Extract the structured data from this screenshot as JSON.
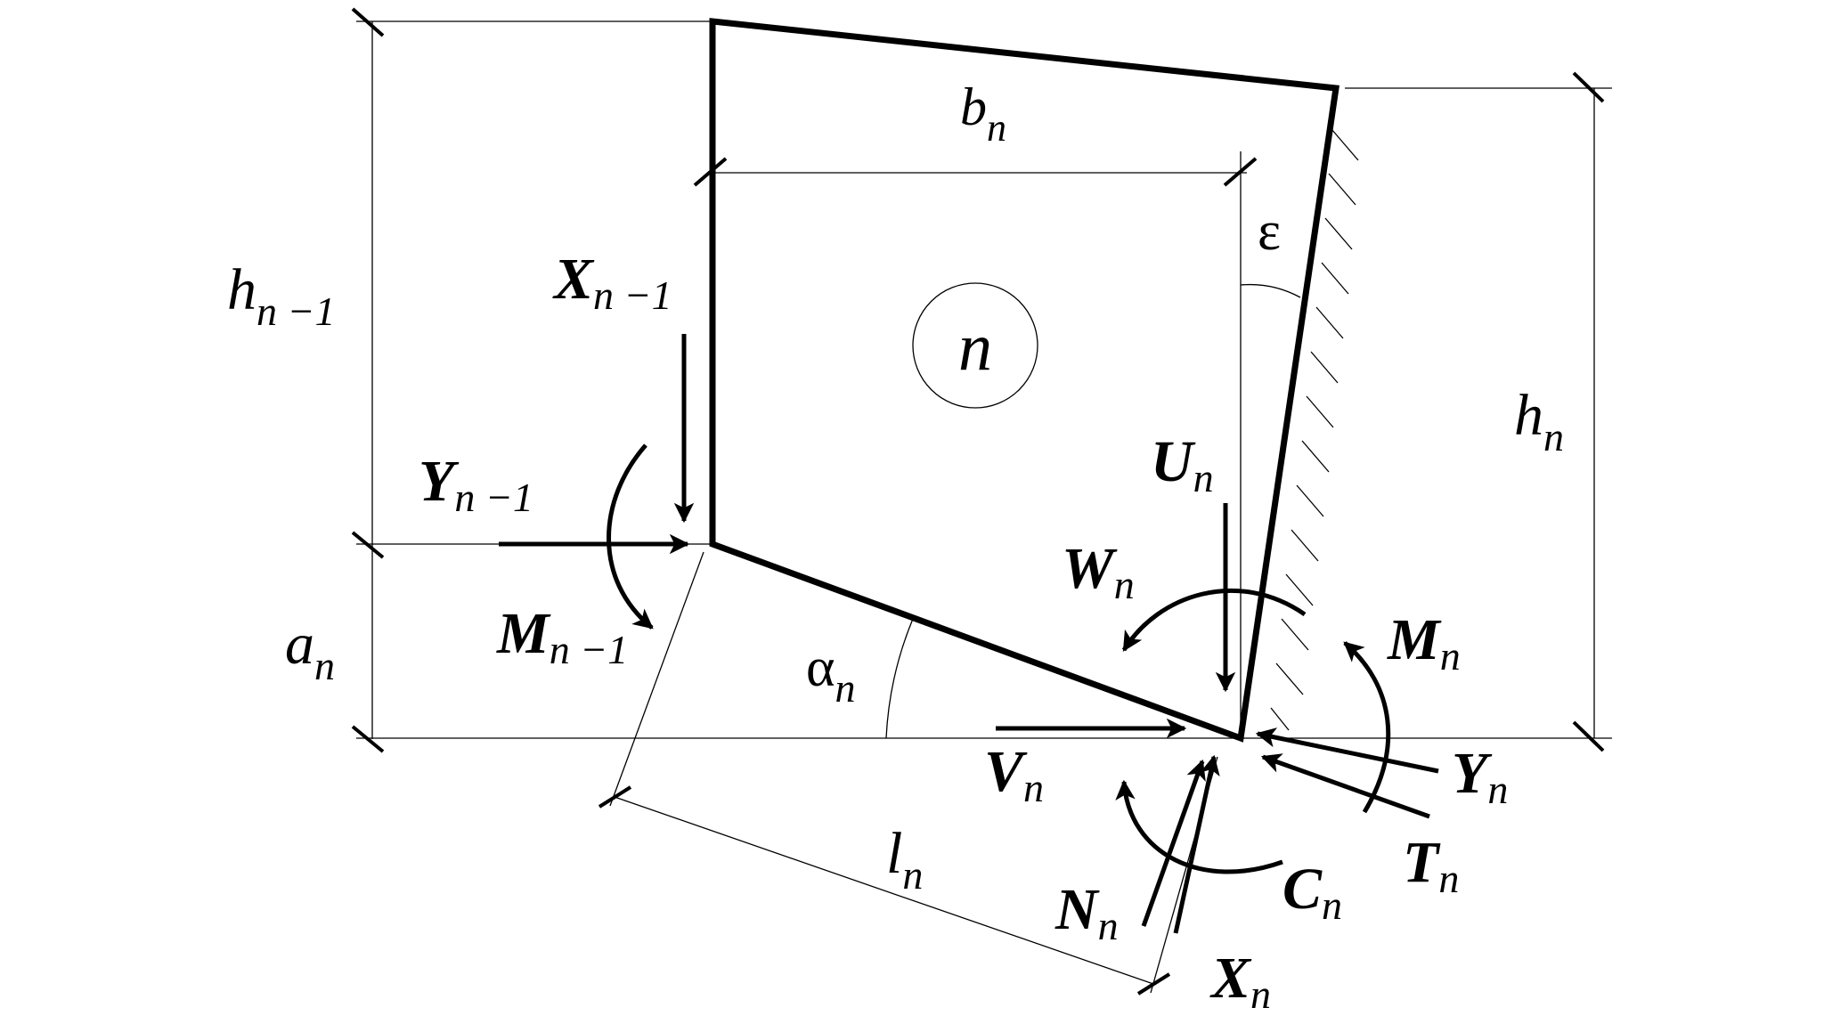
{
  "diagram": {
    "element_label": "n",
    "labels": {
      "b_n": {
        "base": "b",
        "sub": "n"
      },
      "h_n_minus_1": {
        "base": "h",
        "sub": "n −1"
      },
      "h_n": {
        "base": "h",
        "sub": "n"
      },
      "a_n": {
        "base": "a",
        "sub": "n"
      },
      "l_n": {
        "base": "l",
        "sub": "n"
      },
      "alpha_n": {
        "base": "α",
        "sub": "n"
      },
      "epsilon": "ε"
    },
    "forces": {
      "X_n_minus_1": {
        "base": "X",
        "sub": "n −1"
      },
      "Y_n_minus_1": {
        "base": "Y",
        "sub": "n −1"
      },
      "M_n_minus_1": {
        "base": "M",
        "sub": "n −1"
      },
      "U_n": {
        "base": "U",
        "sub": "n"
      },
      "W_n": {
        "base": "W",
        "sub": "n"
      },
      "M_n": {
        "base": "M",
        "sub": "n"
      },
      "V_n": {
        "base": "V",
        "sub": "n"
      },
      "Y_n": {
        "base": "Y",
        "sub": "n"
      },
      "T_n": {
        "base": "T",
        "sub": "n"
      },
      "N_n": {
        "base": "N",
        "sub": "n"
      },
      "C_n": {
        "base": "C",
        "sub": "n"
      },
      "X_n": {
        "base": "X",
        "sub": "n"
      }
    }
  }
}
